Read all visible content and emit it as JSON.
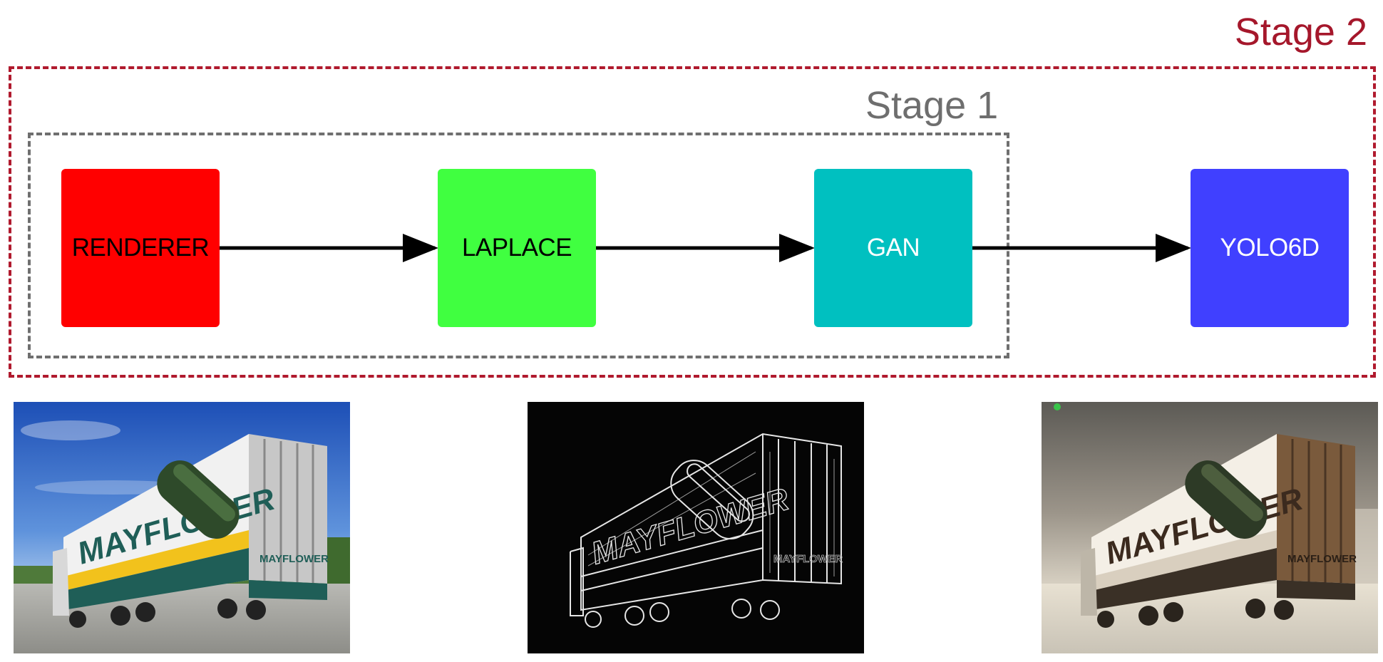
{
  "stages": {
    "stage2_label": "Stage 2",
    "stage1_label": "Stage 1",
    "stage2_color": "#a5172b",
    "stage1_color": "#6e6e6e"
  },
  "nodes": [
    {
      "label": "RENDERER",
      "color": "#ff0000"
    },
    {
      "label": "LAPLACE",
      "color": "#40ff40"
    },
    {
      "label": "GAN",
      "color": "#00c0c0"
    },
    {
      "label": "YOLO6D",
      "color": "#4040ff"
    }
  ],
  "edges": [
    {
      "from": "RENDERER",
      "to": "LAPLACE"
    },
    {
      "from": "LAPLACE",
      "to": "GAN"
    },
    {
      "from": "GAN",
      "to": "YOLO6D"
    }
  ],
  "images": [
    {
      "name": "rendered-truck-photo",
      "truck_text": "MAYFLOWER",
      "truck_text_small": "MAYFLOWER"
    },
    {
      "name": "laplace-edge-photo",
      "truck_text": "MAYFLOWER",
      "truck_text_small": "MAYFLOWER"
    },
    {
      "name": "gan-output-photo",
      "truck_text": "MAYFLOWER",
      "truck_text_small": "MAYFLOWER"
    }
  ]
}
